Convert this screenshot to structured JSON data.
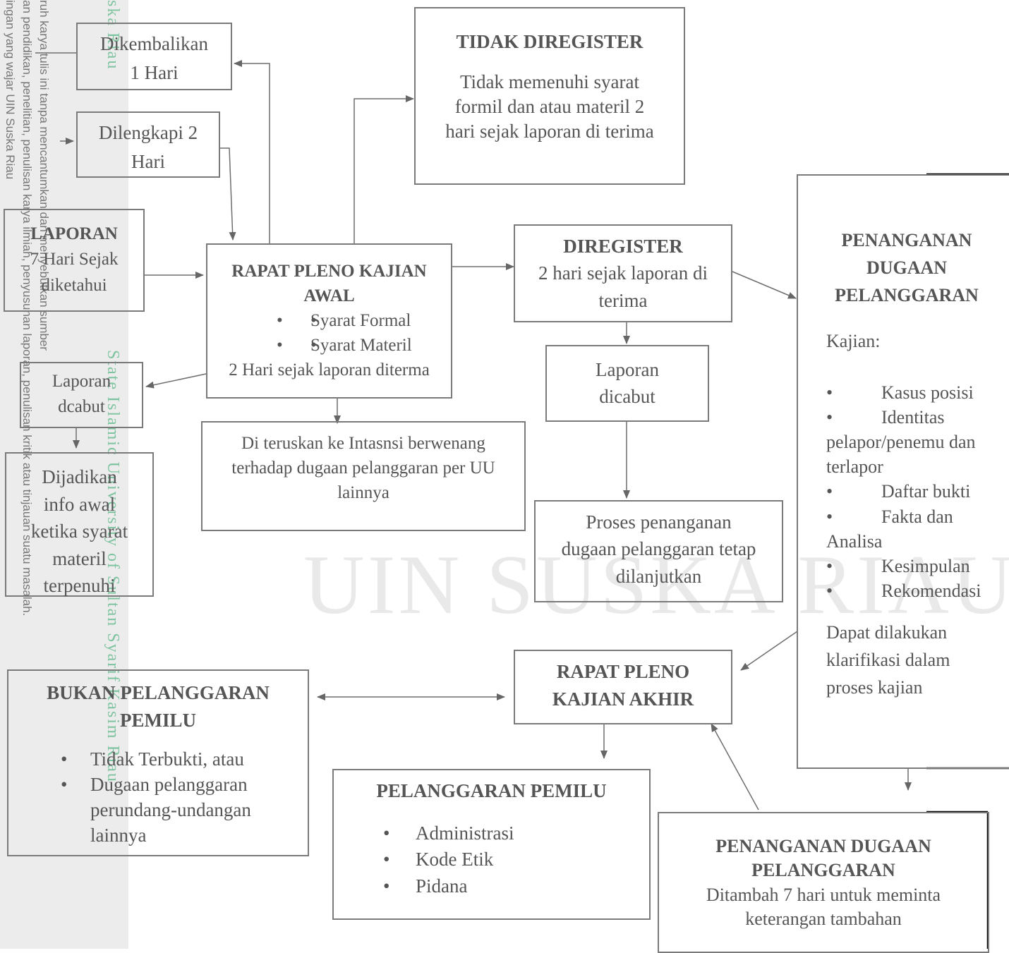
{
  "margin_text": {
    "line1": "ruh karya tulis ini tanpa mencantumkan dan menyebutkan sumber",
    "line2": "an pendidikan, penelitian, penulisan karya ilmiah, penyusunan laporan, penulisan kritik atau tinjauan suatu masalah.",
    "line3": "ingan yang wajar UIN Suska Riau",
    "green_top": "ska Riau",
    "green_bottom": "State Islamic University of Sultan Syarif Kasim Riau"
  },
  "watermark": "UIN SUSKA RIAU",
  "nodes": {
    "dikembalikan": {
      "line1": "Dikembalikan",
      "line2": "1 Hari"
    },
    "dilengkapi": {
      "line1": "Dilengkapi 2",
      "line2": "Hari"
    },
    "laporan": {
      "title": "LAPORAN",
      "line1": "7 Hari Sejak",
      "line2": "diketahui"
    },
    "laporan_dcabut": {
      "line1": "Laporan",
      "line2": "dcabut"
    },
    "dijadikan": {
      "line1": "Dijadikan",
      "line2": "info awal",
      "line3": "ketika syarat",
      "line4": "materil",
      "line5": "terpenuhi"
    },
    "rapat_awal": {
      "title1": "RAPAT PLENO KAJIAN",
      "title2": "AWAL",
      "items": [
        "Syarat Formal",
        "Syarat Materil"
      ],
      "note": "2 Hari sejak laporan diterma"
    },
    "tidak_diregister": {
      "title": "TIDAK DIREGISTER",
      "line1": "Tidak memenuhi syarat",
      "line2": "formil dan atau materil 2",
      "line3": "hari sejak laporan di terima"
    },
    "diteruskan": {
      "line1": "Di teruskan ke Intasnsi berwenang",
      "line2": "terhadap dugaan pelanggaran per UU",
      "line3": "lainnya"
    },
    "diregister": {
      "title": "DIREGISTER",
      "line1": "2 hari sejak laporan di",
      "line2": "terima"
    },
    "laporan_dicabut": {
      "line1": "Laporan",
      "line2": "dicabut"
    },
    "proses": {
      "line1": "Proses penanganan",
      "line2": "dugaan pelanggaran tetap",
      "line3": "dilanjutkan"
    },
    "penanganan": {
      "title1": "PENANGANAN",
      "title2": "DUGAAN",
      "title3": "PELANGGARAN",
      "kajian": "Kajian:",
      "items": [
        "Kasus posisi",
        "Identitas",
        "Daftar bukti",
        "Fakta dan",
        "Kesimpulan",
        "Rekomendasi"
      ],
      "wrap_identitas": [
        "pelapor/penemu dan",
        "terlapor"
      ],
      "wrap_fakta": "Analisa",
      "footer": [
        "Dapat dilakukan",
        "klarifikasi dalam",
        "proses kajian"
      ]
    },
    "rapat_akhir": {
      "title1": "RAPAT PLENO",
      "title2": "KAJIAN AKHIR"
    },
    "bukan": {
      "title1": "BUKAN PELANGGARAN",
      "title2": "PEMILU",
      "items": [
        "Tidak Terbukti, atau",
        "Dugaan pelanggaran",
        "perundang-undangan",
        "lainnya"
      ]
    },
    "pelanggaran": {
      "title": "PELANGGARAN PEMILU",
      "items": [
        "Administrasi",
        "Kode Etik",
        "Pidana"
      ]
    },
    "penanganan2": {
      "title1": "PENANGANAN DUGAAN",
      "title2": "PELANGGARAN",
      "line1": "Ditambah 7 hari untuk meminta",
      "line2": "keterangan tambahan"
    }
  }
}
